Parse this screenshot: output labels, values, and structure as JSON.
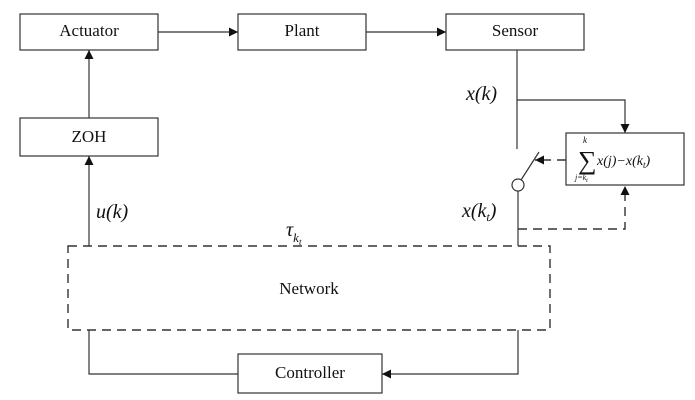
{
  "blocks": {
    "actuator": "Actuator",
    "plant": "Plant",
    "sensor": "Sensor",
    "zoh": "ZOH",
    "network": "Network",
    "controller": "Controller"
  },
  "signals": {
    "x_k": "x(k)",
    "u_k": "u(k)",
    "x_kt": "x(k",
    "x_kt_sub": "t",
    "tau": "τ",
    "tau_sub": "k",
    "tau_subsub": "t",
    "sum_upper": "k",
    "sum_lower": "j=k",
    "sum_lower_sub": "t",
    "sum_expr": "x(j)−x(k",
    "sum_expr_sub": "t"
  }
}
